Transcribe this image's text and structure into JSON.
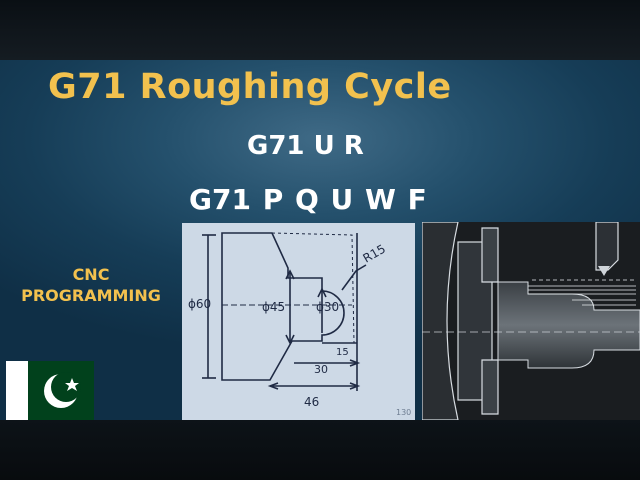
{
  "title": "G71  Roughing Cycle",
  "code_line_1": "G71 U R",
  "code_line_2": "G71 P Q U W F",
  "side_label": {
    "line1": "CNC",
    "line2": "PROGRAMMING"
  },
  "sketch": {
    "dim_left": "ϕ60",
    "dim_45": "ϕ45",
    "dim_30_dia": "ϕ30",
    "radius": "R15",
    "len_15": "15",
    "len_30": "30",
    "len_46": "46",
    "page_number": "130"
  },
  "colors": {
    "title": "#f2c14e",
    "code": "#ffffff",
    "side_label": "#f2c14e",
    "sketch_paper": "#cdd9e6",
    "sketch_ink": "#1f2a44",
    "flag_green": "#01411c",
    "flag_white": "#ffffff"
  },
  "icons": [
    "pakistan-flag-icon",
    "lathe-chuck-illustration",
    "part-drawing-sketch"
  ]
}
